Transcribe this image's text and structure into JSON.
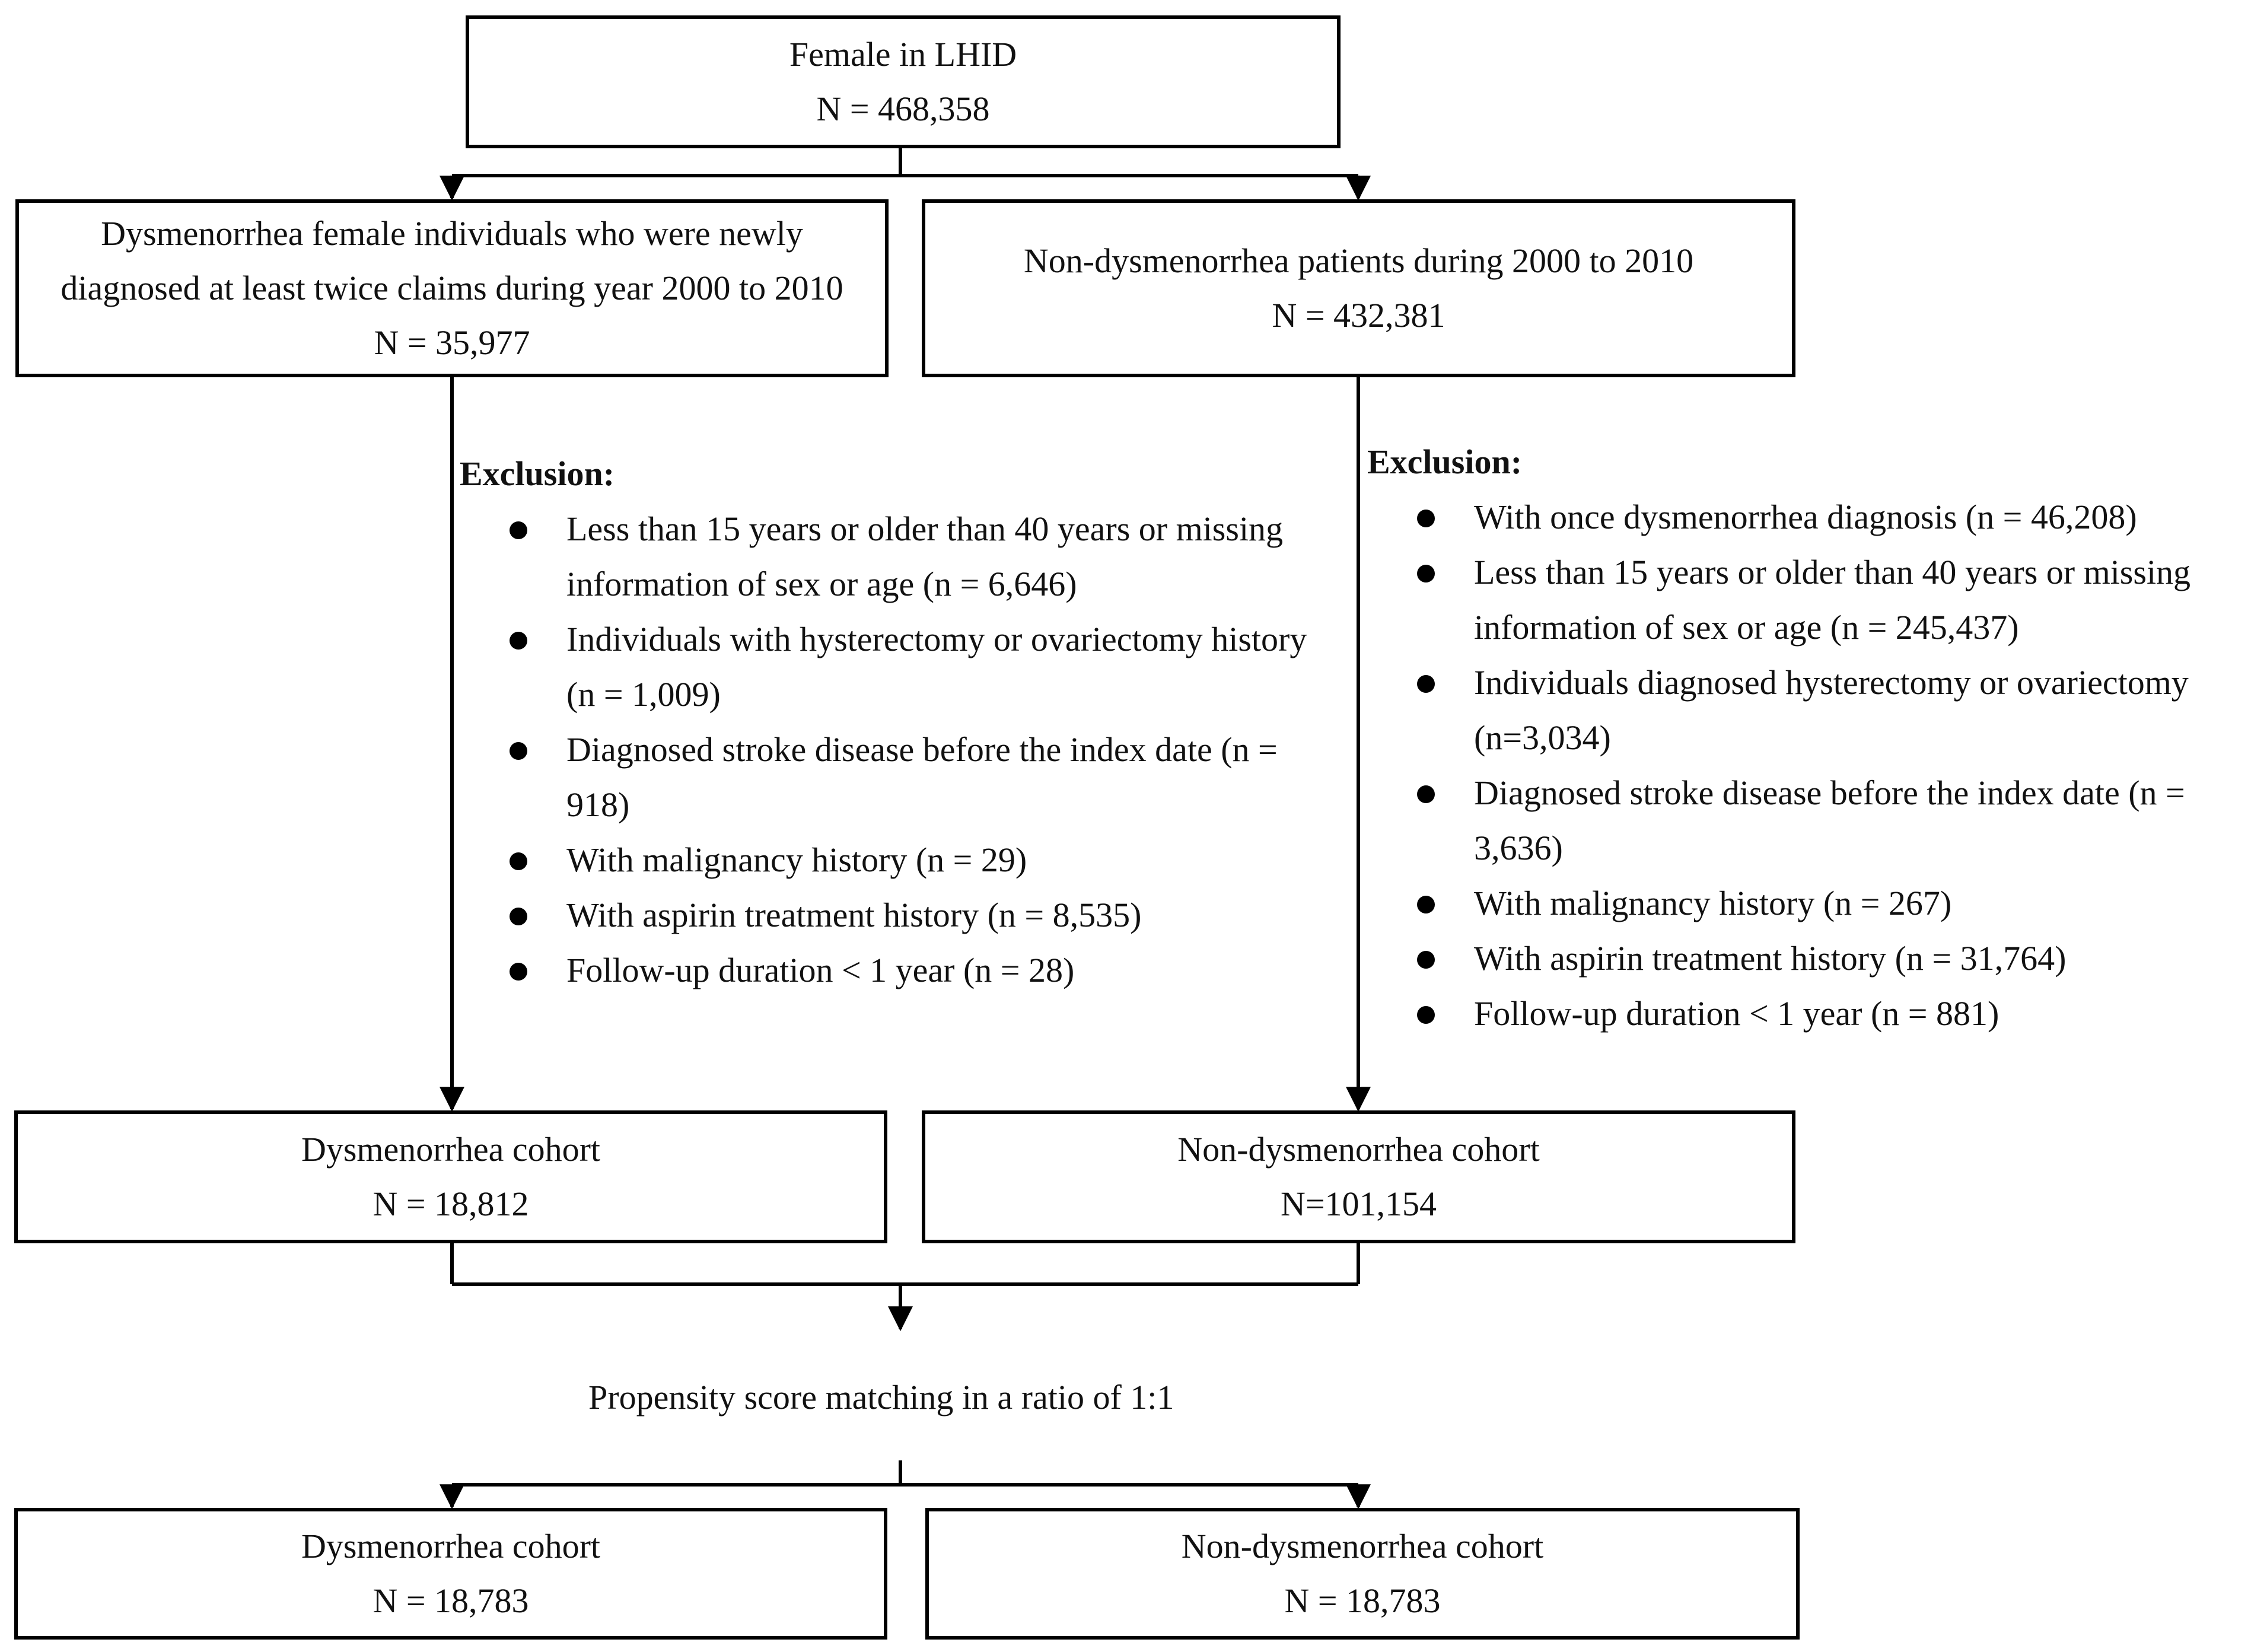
{
  "boxes": {
    "female_lhid": {
      "title": "Female in LHID",
      "n": "N = 468,358"
    },
    "dysmenorrhea_initial": {
      "line1": "Dysmenorrhea female individuals who were newly",
      "line2": "diagnosed at least twice claims during year 2000 to 2010",
      "n": "N = 35,977"
    },
    "non_dysmenorrhea_initial": {
      "title": "Non-dysmenorrhea patients during 2000 to 2010",
      "n": "N = 432,381"
    },
    "dysmenorrhea_cohort": {
      "title": "Dysmenorrhea cohort",
      "n": "N = 18,812"
    },
    "non_dysmenorrhea_cohort": {
      "title": "Non-dysmenorrhea cohort",
      "n": "N=101,154"
    },
    "dysmenorrhea_matched": {
      "title": "Dysmenorrhea cohort",
      "n": "N = 18,783"
    },
    "non_dysmenorrhea_matched": {
      "title": "Non-dysmenorrhea cohort",
      "n": "N = 18,783"
    }
  },
  "exclusion_left": {
    "title": "Exclusion:",
    "items": [
      "Less than 15 years or older than 40 years or missing information of sex or age (n = 6,646)",
      "Individuals with hysterectomy or ovariectomy history (n = 1,009)",
      "Diagnosed stroke disease before the index date (n = 918)",
      "With malignancy history (n = 29)",
      "With aspirin treatment history (n = 8,535)",
      "Follow-up duration < 1 year (n = 28)"
    ]
  },
  "exclusion_right": {
    "title": "Exclusion:",
    "items": [
      "With once dysmenorrhea diagnosis (n = 46,208)",
      "Less than 15 years or older than 40 years or missing information of sex or age (n = 245,437)",
      "Individuals diagnosed hysterectomy or ovariectomy (n=3,034)",
      "Diagnosed stroke disease before the index date (n = 3,636)",
      "With malignancy history (n = 267)",
      "With aspirin treatment history (n = 31,764)",
      "Follow-up duration < 1 year (n = 881)"
    ]
  },
  "matching_label": "Propensity score matching in a ratio of 1:1"
}
